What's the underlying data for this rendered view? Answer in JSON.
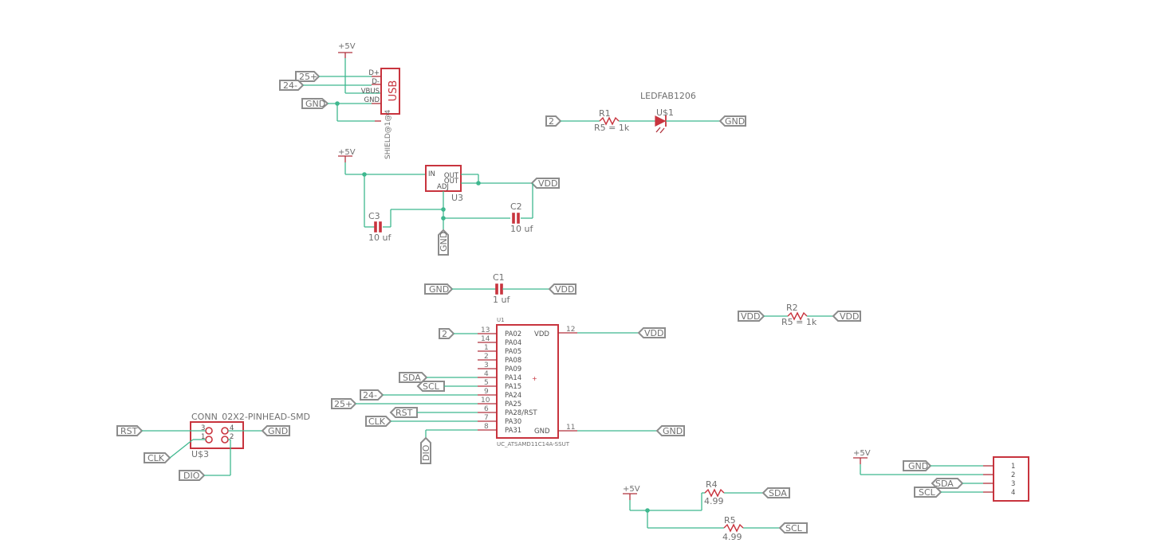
{
  "colors": {
    "wire": "#3fb88f",
    "symbol": "#c8343e",
    "label": "#8c8c8c",
    "text": "#707070"
  },
  "usb": {
    "name": "USB",
    "shield": "SHIELD@1@4",
    "power": "+5V",
    "pins": [
      "D+",
      "D-",
      "VBUS",
      "GND"
    ],
    "labels": [
      "25+",
      "24-",
      "GND"
    ]
  },
  "regulator": {
    "name": "U3",
    "power": "+5V",
    "pin_in": "IN",
    "pin_out1": "OUT",
    "pin_out2": "OUT",
    "pin_adj": "ADJ",
    "out_label": "VDD",
    "gnd_label": "GND",
    "c3": {
      "name": "C3",
      "value": "10 uf"
    },
    "c2": {
      "name": "C2",
      "value": "10 uf"
    }
  },
  "led_circuit": {
    "in_label": "2",
    "r1_name": "R1",
    "r1_value": "R5 = 1k",
    "led_part": "LEDFAB1206",
    "led_name": "U$1",
    "gnd_label": "GND"
  },
  "decoupling": {
    "gnd_label": "GND",
    "c1_name": "C1",
    "c1_value": "1 uf",
    "vdd_label": "VDD"
  },
  "r2_circuit": {
    "left_label": "VDD",
    "name": "R2",
    "value": "R5 = 1k",
    "right_label": "VDD"
  },
  "mcu": {
    "name": "U1",
    "part": "UC_ATSAMD11C14A-SSUT",
    "left_pins": [
      {
        "num": "13",
        "name": "PA02",
        "net": "2"
      },
      {
        "num": "14",
        "name": "PA04",
        "net": ""
      },
      {
        "num": "1",
        "name": "PA05",
        "net": ""
      },
      {
        "num": "2",
        "name": "PA08",
        "net": ""
      },
      {
        "num": "3",
        "name": "PA09",
        "net": ""
      },
      {
        "num": "4",
        "name": "PA14",
        "net": "SDA"
      },
      {
        "num": "5",
        "name": "PA15",
        "net": "SCL"
      },
      {
        "num": "9",
        "name": "PA24",
        "net": "24-"
      },
      {
        "num": "10",
        "name": "PA25",
        "net": "25+"
      },
      {
        "num": "6",
        "name": "PA28/RST",
        "net": "RST"
      },
      {
        "num": "7",
        "name": "PA30",
        "net": "CLK"
      },
      {
        "num": "8",
        "name": "PA31",
        "net": "DIO"
      }
    ],
    "vdd_pin": {
      "num": "12",
      "name": "VDD",
      "net": "VDD"
    },
    "gnd_pin": {
      "num": "11",
      "name": "GND",
      "net": "GND"
    }
  },
  "connector": {
    "part": "CONN_02X2-PINHEAD-SMD",
    "name": "U$3",
    "pins": [
      "3",
      "1",
      "4",
      "2"
    ],
    "labels": {
      "rst": "RST",
      "clk": "CLK",
      "dio": "DIO",
      "gnd": "GND"
    }
  },
  "pullups": {
    "power": "+5V",
    "r4": {
      "name": "R4",
      "value": "4.99",
      "net": "SDA"
    },
    "r5": {
      "name": "R5",
      "value": "4.99",
      "net": "SCL"
    }
  },
  "i2c_header": {
    "power": "+5V",
    "labels": [
      "GND",
      "SDA",
      "SCL"
    ],
    "pins": [
      "1",
      "2",
      "3",
      "4"
    ]
  }
}
